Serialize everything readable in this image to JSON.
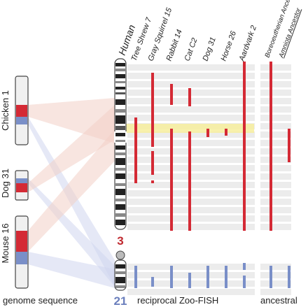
{
  "source_genomes": [
    {
      "label": "Chicken 1"
    },
    {
      "label": "Dog 31"
    },
    {
      "label": "Mouse 16"
    }
  ],
  "human_label": "Human",
  "human_chr_upper": "3",
  "human_chr_lower": "21",
  "species": [
    {
      "label": "Tree Shrew 7"
    },
    {
      "label": "Gray Squirrel 15"
    },
    {
      "label": "Rabbit 14"
    },
    {
      "label": "Cat C2"
    },
    {
      "label": "Dog 31"
    },
    {
      "label": "Horse 26"
    },
    {
      "label": "Aardvark 2"
    }
  ],
  "ancestral_columns": [
    {
      "label": "Boreoeutherian Ancestor"
    },
    {
      "label": "Amniota Ancestor"
    }
  ],
  "footer": {
    "genome_sequence": "genome sequence",
    "zoo_fish": "reciprocal Zoo-FISH",
    "ancestral": "ancestral"
  },
  "colors": {
    "chr3_signal": "#d42a35",
    "chr21_signal": "#7a8fc8",
    "highlight": "#f7ef9e",
    "row_background": "#ececec",
    "pink_link": "#f3cfc7",
    "blue_link": "#cfd6ee"
  }
}
